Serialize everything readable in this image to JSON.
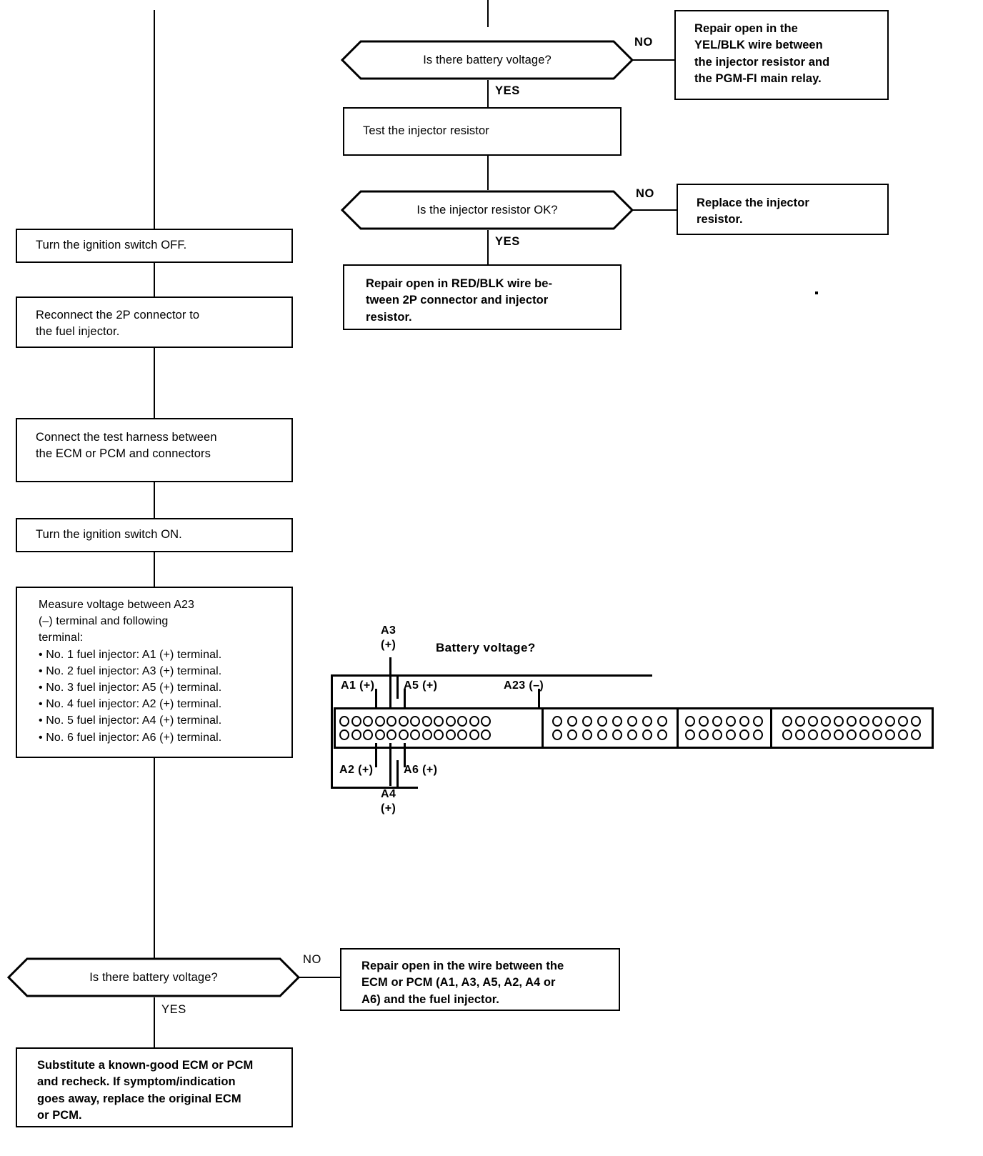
{
  "diagram": {
    "type": "troubleshooting-flowchart",
    "title": "Fuel injector circuit troubleshooting flowchart"
  },
  "flow": {
    "decisions": [
      {
        "id": "d1",
        "label": "Is there battery voltage?",
        "yes_label": "YES",
        "no_label": "NO"
      },
      {
        "id": "d2",
        "label": "Is the injector resistor OK?",
        "yes_label": "YES",
        "no_label": "NO"
      },
      {
        "id": "d3",
        "label": "Is there battery voltage?",
        "yes_label": "YES",
        "no_label": "NO"
      }
    ],
    "processes": [
      {
        "id": "p1",
        "text": "Test the injector resistor"
      },
      {
        "id": "p2",
        "text": "Repair open in RED/BLK wire be-\ntween 2P connector and injector\nresistor."
      },
      {
        "id": "p3",
        "text": "Turn the ignition switch OFF."
      },
      {
        "id": "p4",
        "text": "Reconnect the 2P connector to\nthe fuel injector."
      },
      {
        "id": "p5",
        "text": "Connect the test harness between\nthe ECM or PCM and connectors"
      },
      {
        "id": "p6",
        "text": "Turn the ignition switch ON."
      },
      {
        "id": "p7",
        "text": "Measure voltage between A23\n(–) terminal and following\nterminal:\n• No. 1 fuel injector: A1 (+) terminal.\n• No. 2 fuel injector: A3 (+) terminal.\n• No. 3 fuel injector: A5 (+) terminal.\n• No. 4 fuel injector: A2 (+) terminal.\n• No. 5 fuel injector: A4 (+) terminal.\n• No. 6 fuel injector: A6 (+) terminal."
      },
      {
        "id": "p8",
        "text": "Repair open in the wire between the\nECM or PCM (A1, A3, A5, A2, A4 or\nA6) and the fuel injector."
      },
      {
        "id": "p9",
        "text": "Substitute a known-good ECM or PCM\nand recheck. If symptom/indication\ngoes away, replace the original ECM\nor PCM."
      }
    ],
    "terminators": [
      {
        "id": "t1",
        "text": "Repair open in the\nYEL/BLK wire between\nthe injector resistor and\nthe PGM-FI main relay."
      },
      {
        "id": "t2",
        "text": "Replace    the    injector\nresistor."
      }
    ]
  },
  "connector_diagram": {
    "title": "Battery voltage?",
    "labels": {
      "a3": "A3\n(+)",
      "a1": "A1 (+)",
      "a5": "A5 (+)",
      "a23": "A23 (–)",
      "a2": "A2 (+)",
      "a6": "A6 (+)",
      "a4": "A4\n(+)"
    },
    "segments": [
      {
        "name": "segment-a",
        "pins_per_row": 13,
        "rows": 2
      },
      {
        "name": "segment-b",
        "pins_per_row": 8,
        "rows": 2
      },
      {
        "name": "segment-c",
        "pins_per_row": 6,
        "rows": 2
      },
      {
        "name": "segment-d",
        "pins_per_row": 11,
        "rows": 2
      }
    ]
  }
}
